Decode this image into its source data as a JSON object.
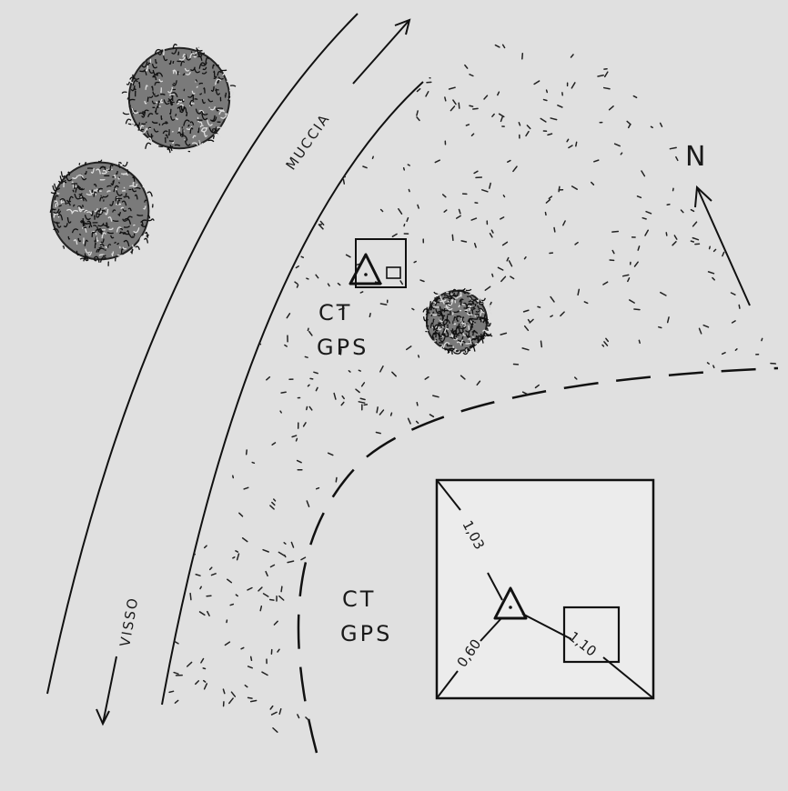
{
  "roads": {
    "north_label": "MUCCIA",
    "south_label": "VISSO"
  },
  "compass": {
    "label": "N"
  },
  "site_marker": {
    "line1": "CT",
    "line2": "GPS"
  },
  "detail": {
    "line1": "CT",
    "line2": "GPS",
    "measure_upper": "1,03",
    "measure_lower": "0,60",
    "measure_right": "1,10"
  }
}
